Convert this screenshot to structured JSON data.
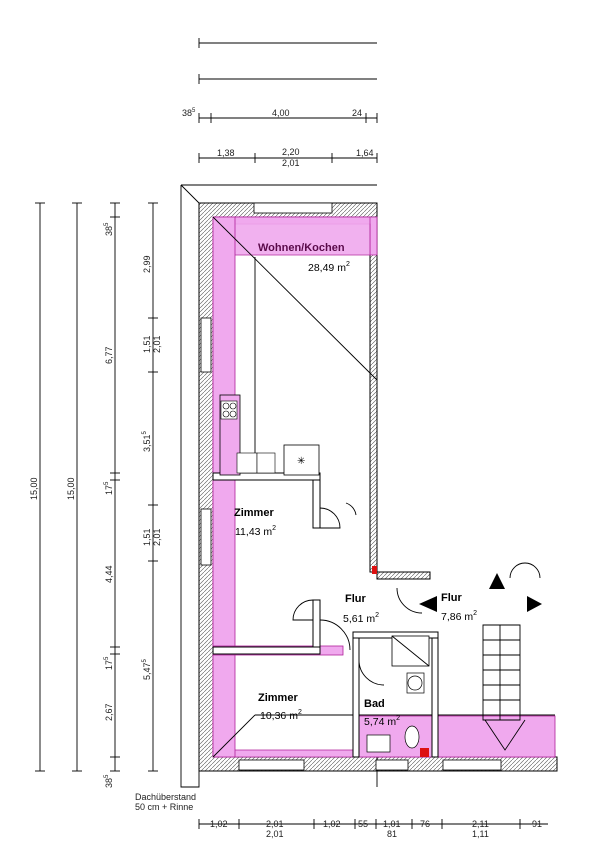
{
  "rooms": {
    "wohnen": {
      "name": "Wohnen/Kochen",
      "area": "28,49 m",
      "unit_exp": "2"
    },
    "zimmer1": {
      "name": "Zimmer",
      "area": "11,43 m",
      "unit_exp": "2"
    },
    "flur1": {
      "name": "Flur",
      "area": "5,61 m",
      "unit_exp": "2"
    },
    "flur2": {
      "name": "Flur",
      "area": "7,86 m",
      "unit_exp": "2"
    },
    "zimmer2": {
      "name": "Zimmer",
      "area": "10,36 m",
      "unit_exp": "2"
    },
    "bad": {
      "name": "Bad",
      "area": "5,74 m",
      "unit_exp": "2"
    }
  },
  "note": {
    "line1": "Dachüberstand",
    "line2": "50 cm + Rinne"
  },
  "top_dims": {
    "row3": {
      "a": "38",
      "a_exp": "5",
      "b": "4,00",
      "c": "24"
    },
    "row4": {
      "a": "1,38",
      "b": "2,20",
      "c": "1,64",
      "d": "2,01"
    }
  },
  "left_dims": {
    "overall1": "15,00",
    "overall2": "15,00",
    "mid": {
      "a": "6,77",
      "b": "17",
      "b_exp": "5",
      "c": "4,44",
      "d": "17",
      "d_exp": "5",
      "e": "2,67"
    },
    "inner": {
      "a": "38",
      "a_exp": "5",
      "b": "2,99",
      "c": "1,51",
      "d": "2,01",
      "e": "3,51",
      "e_exp": "5",
      "f": "1,51",
      "g": "2,01",
      "h": "5,47",
      "h_exp": "5",
      "i": "38",
      "i_exp": "5"
    }
  },
  "bottom_dims": {
    "a": "1,02",
    "b": "2,01",
    "c": "2,01",
    "d": "1,02",
    "e": "55",
    "f": "1,01",
    "g": "81",
    "h": "76",
    "i": "2,11",
    "j": "1,11",
    "k": "91"
  }
}
